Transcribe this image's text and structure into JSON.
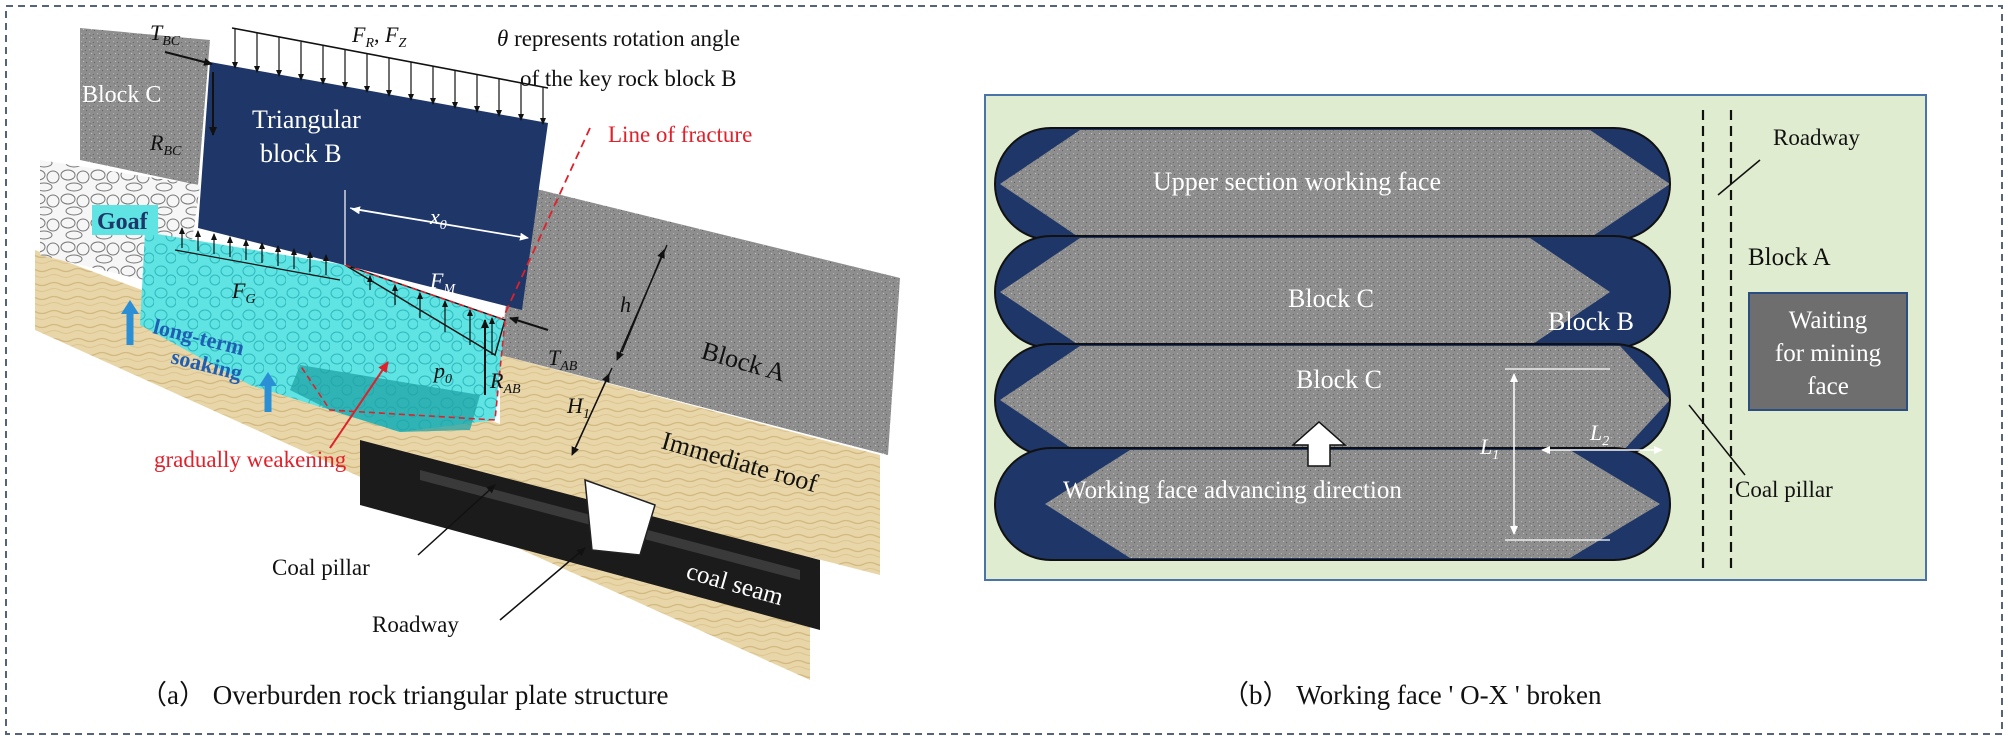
{
  "panel_a": {
    "caption": "（a） Overburden rock triangular plate structure",
    "labels": {
      "t_bc": "T",
      "t_bc_sub": "BC",
      "r_bc": "R",
      "r_bc_sub": "BC",
      "f_r": "F",
      "f_r_sub": "R",
      "f_sep": ", ",
      "f_z": "F",
      "f_z_sub": "Z",
      "theta_symbol": "θ",
      "theta_line1": " represents rotation angle",
      "theta_line2": "of the key rock block B",
      "line_of_fracture": "Line of fracture",
      "block_c": "Block C",
      "triangular_line1": "Triangular",
      "triangular_line2": "block B",
      "goaf": "Goaf",
      "x0": "x",
      "x0_sub": "0",
      "f_m": "F",
      "f_m_sub": "M",
      "f_g": "F",
      "f_g_sub": "G",
      "h": "h",
      "long_term_line1": "long-term",
      "long_term_line2": "soaking",
      "p0": "p",
      "p0_sub": "0",
      "r_ab": "R",
      "r_ab_sub": "AB",
      "t_ab": "T",
      "t_ab_sub": "AB",
      "h1": "H",
      "h1_sub": "1",
      "block_a": "Block A",
      "gradually_weakening": "gradually weakening",
      "immediate_roof": "Immediate roof",
      "coal_pillar": "Coal pillar",
      "coal_seam": "coal seam",
      "roadway": "Roadway"
    }
  },
  "panel_b": {
    "caption": "（b） Working face ' O-X ' broken",
    "labels": {
      "upper_section": "Upper section working face",
      "block_c_1": "Block C",
      "block_c_2": "Block C",
      "block_b": "Block B",
      "advancing": "Working face advancing direction",
      "l1": "L",
      "l1_sub": "1",
      "l2": "L",
      "l2_sub": "2",
      "roadway": "Roadway",
      "block_a": "Block A",
      "waiting_line1": "Waiting",
      "waiting_line2": "for mining",
      "waiting_line3": "face",
      "coal_pillar": "Coal pillar"
    }
  },
  "colors": {
    "dark_blue": "#1e3668",
    "sand": "#e9d6a8",
    "rock_gray": "#8d8d8d",
    "cyan": "#5fe3e3",
    "red_text": "#e0202a",
    "panel_b_bg": "#dfeccf",
    "frame_blue": "#4a74a8",
    "waiting_box": "#6e6e6e"
  }
}
